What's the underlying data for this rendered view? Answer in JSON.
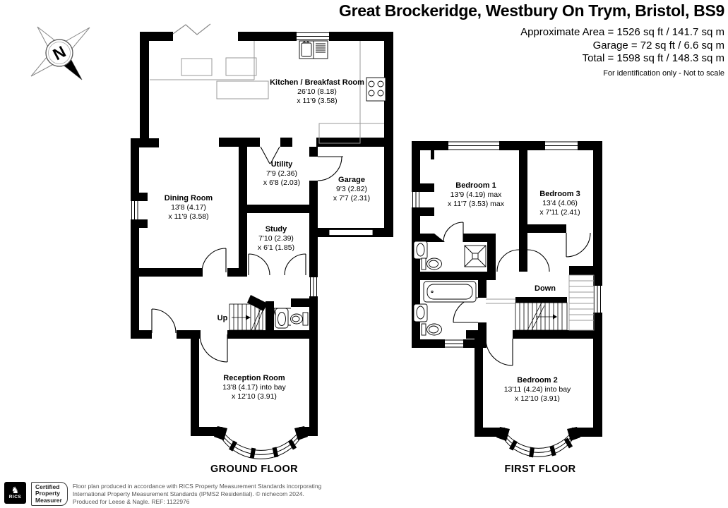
{
  "header": {
    "title": "Great Brockeridge, Westbury On Trym, Bristol, BS9",
    "area_line1": "Approximate Area = 1526 sq ft / 141.7 sq m",
    "area_line2": "Garage = 72 sq ft / 6.6 sq m",
    "area_line3": "Total = 1598 sq ft / 148.3 sq m",
    "disclaimer": "For identification only - Not to scale"
  },
  "compass": {
    "label": "N"
  },
  "ground_floor": {
    "caption": "GROUND FLOOR",
    "stair_label": "Up",
    "rooms": {
      "kitchen": {
        "name": "Kitchen / Breakfast Room",
        "dim1": "26'10 (8.18)",
        "dim2": "x 11'9 (3.58)"
      },
      "utility": {
        "name": "Utility",
        "dim1": "7'9 (2.36)",
        "dim2": "x 6'8 (2.03)"
      },
      "garage": {
        "name": "Garage",
        "dim1": "9'3 (2.82)",
        "dim2": "x 7'7 (2.31)"
      },
      "dining": {
        "name": "Dining Room",
        "dim1": "13'8 (4.17)",
        "dim2": "x 11'9 (3.58)"
      },
      "study": {
        "name": "Study",
        "dim1": "7'10 (2.39)",
        "dim2": "x 6'1 (1.85)"
      },
      "reception": {
        "name": "Reception Room",
        "dim1": "13'8 (4.17) into bay",
        "dim2": "x 12'10 (3.91)"
      }
    }
  },
  "first_floor": {
    "caption": "FIRST FLOOR",
    "stair_label": "Down",
    "rooms": {
      "bedroom1": {
        "name": "Bedroom 1",
        "dim1": "13'9 (4.19) max",
        "dim2": "x 11'7 (3.53) max"
      },
      "bedroom3": {
        "name": "Bedroom 3",
        "dim1": "13'4 (4.06)",
        "dim2": "x 7'11 (2.41)"
      },
      "bedroom2": {
        "name": "Bedroom 2",
        "dim1": "13'11 (4.24) into bay",
        "dim2": "x 12'10 (3.91)"
      }
    }
  },
  "footer": {
    "rics_label": "RICS",
    "cert_line1": "Certified",
    "cert_line2": "Property",
    "cert_line3": "Measurer",
    "line1": "Floor plan produced in accordance with RICS Property Measurement Standards incorporating",
    "line2": "International Property Measurement Standards (IPMS2 Residential).  © nichecom 2024.",
    "line3": "Produced for Leese & Nagle.   REF: 1122976"
  },
  "colors": {
    "wall": "#000000",
    "furniture_outline": "#999999",
    "footer_text": "#555555"
  }
}
